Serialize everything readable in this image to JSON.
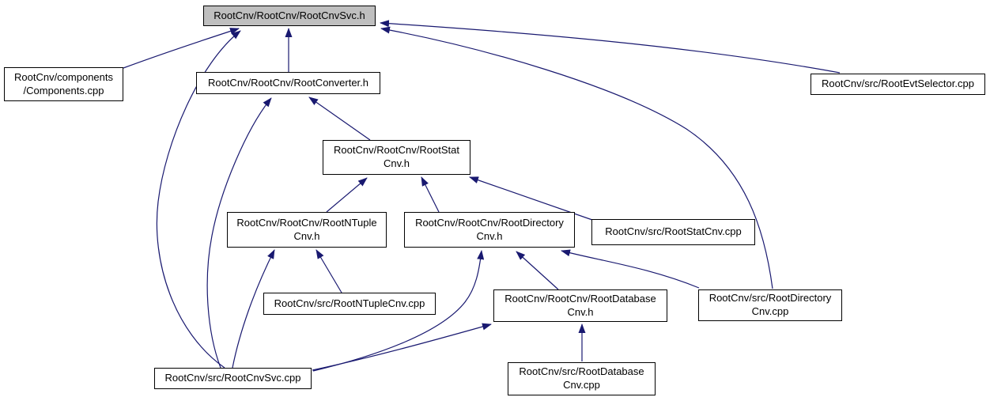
{
  "diagram": {
    "type": "include-dependency-graph",
    "root_file": "RootCnv/RootCnv/RootCnvSvc.h",
    "colors": {
      "background": "#ffffff",
      "node_fill": "#ffffff",
      "root_node_fill": "#bfbfbf",
      "node_border": "#000000",
      "edge": "#191970",
      "text": "#000000"
    },
    "nodes": [
      {
        "id": "rootcnvsvc_h",
        "label": "RootCnv/RootCnv/RootCnvSvc.h",
        "role": "root-header"
      },
      {
        "id": "components_cpp",
        "label": "RootCnv/components\n/Components.cpp",
        "role": "source"
      },
      {
        "id": "rootconverter_h",
        "label": "RootCnv/RootCnv/RootConverter.h",
        "role": "header"
      },
      {
        "id": "rootevtselector_cpp",
        "label": "RootCnv/src/RootEvtSelector.cpp",
        "role": "source"
      },
      {
        "id": "rootstatcnv_h",
        "label": "RootCnv/RootCnv/RootStat\nCnv.h",
        "role": "header"
      },
      {
        "id": "rootntuplecnv_h",
        "label": "RootCnv/RootCnv/RootNTuple\nCnv.h",
        "role": "header"
      },
      {
        "id": "rootdirectorycnv_h",
        "label": "RootCnv/RootCnv/RootDirectory\nCnv.h",
        "role": "header"
      },
      {
        "id": "rootstatcnv_cpp",
        "label": "RootCnv/src/RootStatCnv.cpp",
        "role": "source"
      },
      {
        "id": "rootntuplecnv_cpp",
        "label": "RootCnv/src/RootNTupleCnv.cpp",
        "role": "source"
      },
      {
        "id": "rootdatabasecnv_h",
        "label": "RootCnv/RootCnv/RootDatabase\nCnv.h",
        "role": "header"
      },
      {
        "id": "rootdirectorycnv_cpp",
        "label": "RootCnv/src/RootDirectory\nCnv.cpp",
        "role": "source"
      },
      {
        "id": "rootcnvsvc_cpp",
        "label": "RootCnv/src/RootCnvSvc.cpp",
        "role": "source"
      },
      {
        "id": "rootdatabasecnv_cpp",
        "label": "RootCnv/src/RootDatabase\nCnv.cpp",
        "role": "source"
      }
    ],
    "edges": [
      {
        "from": "components_cpp",
        "to": "rootcnvsvc_h"
      },
      {
        "from": "rootconverter_h",
        "to": "rootcnvsvc_h"
      },
      {
        "from": "rootevtselector_cpp",
        "to": "rootcnvsvc_h"
      },
      {
        "from": "rootcnvsvc_cpp",
        "to": "rootcnvsvc_h"
      },
      {
        "from": "rootdirectorycnv_cpp",
        "to": "rootcnvsvc_h"
      },
      {
        "from": "rootstatcnv_h",
        "to": "rootconverter_h"
      },
      {
        "from": "rootcnvsvc_cpp",
        "to": "rootconverter_h"
      },
      {
        "from": "rootntuplecnv_h",
        "to": "rootstatcnv_h"
      },
      {
        "from": "rootdirectorycnv_h",
        "to": "rootstatcnv_h"
      },
      {
        "from": "rootstatcnv_cpp",
        "to": "rootstatcnv_h"
      },
      {
        "from": "rootntuplecnv_cpp",
        "to": "rootntuplecnv_h"
      },
      {
        "from": "rootcnvsvc_cpp",
        "to": "rootntuplecnv_h"
      },
      {
        "from": "rootcnvsvc_cpp",
        "to": "rootdirectorycnv_h"
      },
      {
        "from": "rootdatabasecnv_h",
        "to": "rootdirectorycnv_h"
      },
      {
        "from": "rootdirectorycnv_cpp",
        "to": "rootdirectorycnv_h"
      },
      {
        "from": "rootcnvsvc_cpp",
        "to": "rootdatabasecnv_h"
      },
      {
        "from": "rootdatabasecnv_cpp",
        "to": "rootdatabasecnv_h"
      }
    ]
  }
}
